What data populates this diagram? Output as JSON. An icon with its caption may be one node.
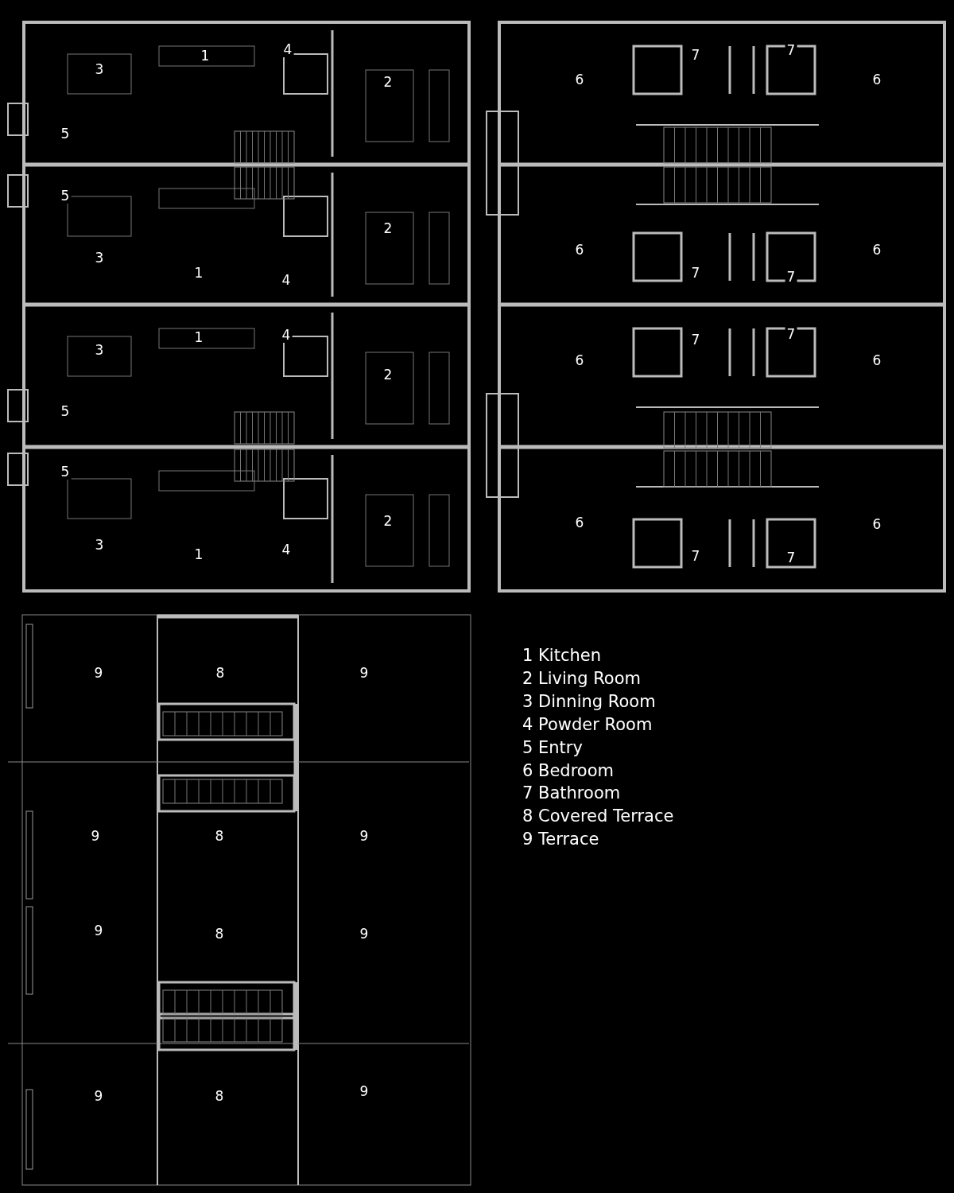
{
  "diagram": {
    "labels": [
      "3",
      "1",
      "4",
      "2",
      "5",
      "5",
      "2",
      "3",
      "1",
      "4",
      "3",
      "1",
      "4",
      "2",
      "5",
      "5",
      "2",
      "3",
      "1",
      "4",
      "6",
      "7",
      "7",
      "6",
      "6",
      "6",
      "7",
      "7",
      "6",
      "7",
      "7",
      "6",
      "6",
      "6",
      "7",
      "7",
      "9",
      "8",
      "9",
      "9",
      "8",
      "9",
      "9",
      "8",
      "9",
      "9",
      "8",
      "9",
      "1 Kitchen",
      "2 Living Room",
      "3 Dinning Room",
      "4 Powder Room",
      "5 Entry",
      "6 Bedroom",
      "7 Bathroom",
      "8 Covered Terrace",
      "9 Terrace"
    ]
  }
}
